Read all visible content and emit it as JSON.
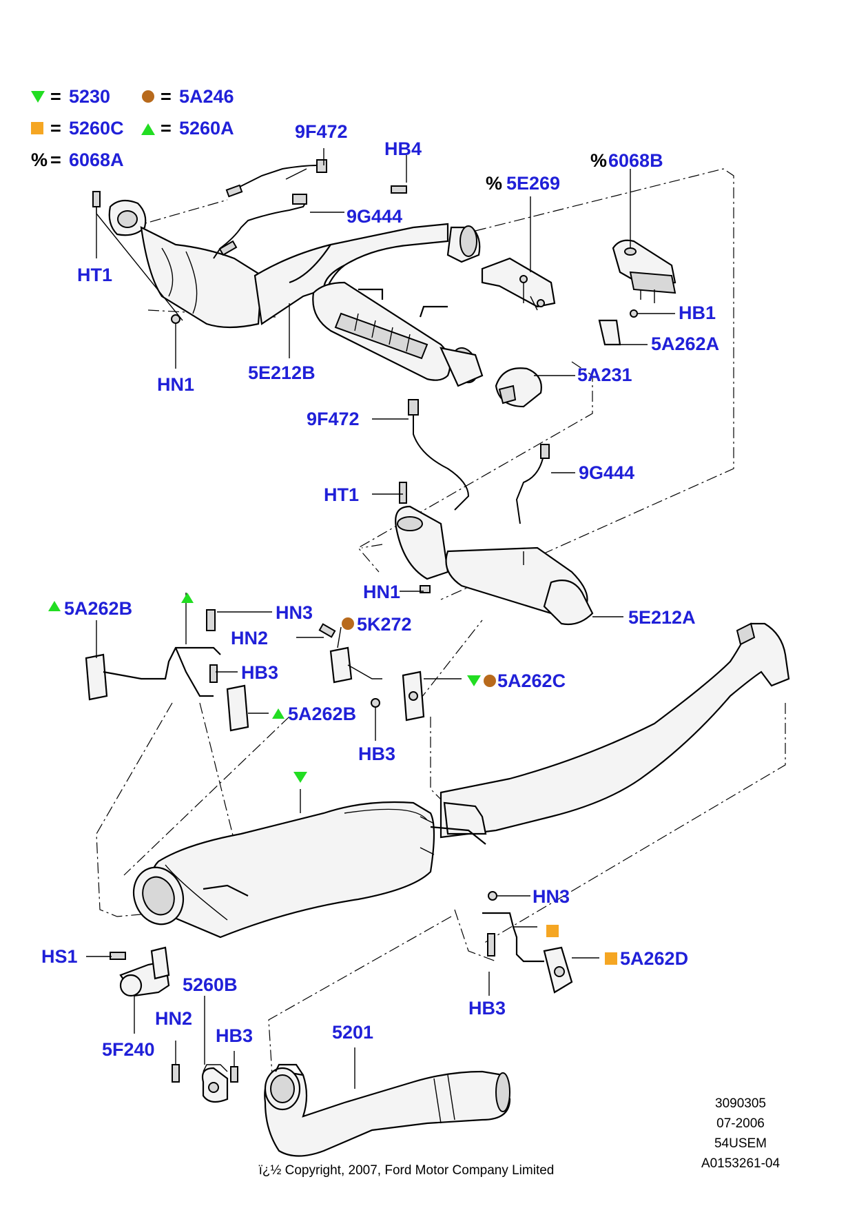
{
  "legend": [
    {
      "symbol": "triangle-down",
      "color": "#22dd22",
      "eq": "=",
      "code": "5230"
    },
    {
      "symbol": "circle",
      "color": "#b86a1c",
      "eq": "=",
      "code": "5A246"
    },
    {
      "symbol": "square",
      "color": "#f5a623",
      "eq": "=",
      "code": "5260C"
    },
    {
      "symbol": "triangle-up",
      "color": "#22dd22",
      "eq": "=",
      "code": "5260A"
    },
    {
      "symbol": "percent",
      "color": "#000000",
      "eq": "=",
      "code": "6068A",
      "prefix": "%"
    }
  ],
  "labels": {
    "l9f472_top": "9F472",
    "lhb4": "HB4",
    "l6068b": "6068B",
    "l6068b_prefix": "%",
    "l5e269": "5E269",
    "l5e269_prefix": "%",
    "l9g444_top": "9G444",
    "lht1_top": "HT1",
    "lhb1": "HB1",
    "l5a262a": "5A262A",
    "lhn1_top": "HN1",
    "l5e212b": "5E212B",
    "l5a231": "5A231",
    "l9f472_mid": "9F472",
    "l9g444_mid": "9G444",
    "lht1_mid": "HT1",
    "lhn1_mid": "HN1",
    "l5e212a": "5E212A",
    "l5a262b_left": "5A262B",
    "lhn3_left": "HN3",
    "lhn2_mid": "HN2",
    "l5k272": "5K272",
    "lhb3_left": "HB3",
    "l5a262c": "5A262C",
    "l5a262b_right": "5A262B",
    "lhb3_mid": "HB3",
    "lhn3_right": "HN3",
    "lhs1": "HS1",
    "l5a262d": "5A262D",
    "l5260b": "5260B",
    "lhb3_right": "HB3",
    "lhn2_bottom": "HN2",
    "lhb3_bottom": "HB3",
    "l5201": "5201",
    "l5f240": "5F240"
  },
  "meta": {
    "code1": "3090305",
    "date": "07-2006",
    "region": "54USEM",
    "ref": "A0153261-04",
    "copyright": "ï¿½ Copyright, 2007, Ford Motor Company Limited"
  },
  "colors": {
    "label_blue": "#2020d8",
    "green": "#22dd22",
    "brown": "#b86a1c",
    "orange": "#f5a623"
  }
}
